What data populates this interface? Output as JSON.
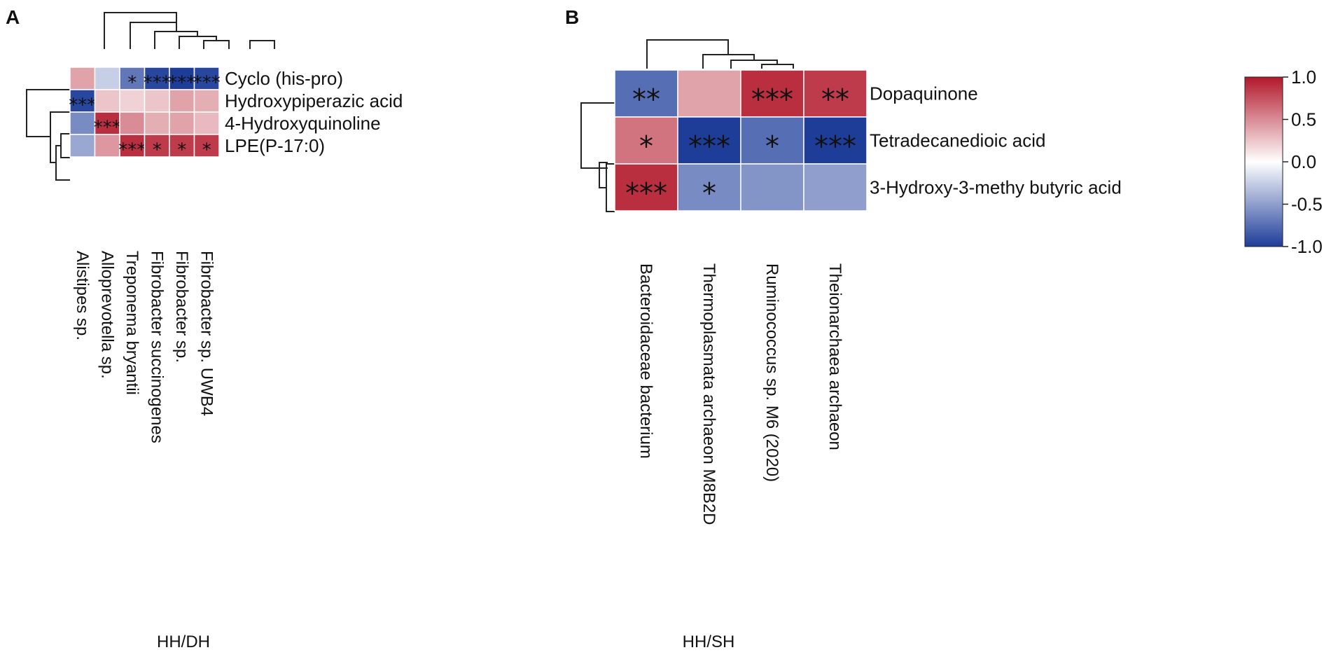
{
  "chart_data": [
    {
      "type": "heatmap",
      "panel": "A",
      "caption": "HH/DH",
      "rows": [
        "Cyclo (his-pro)",
        "Hydroxypiperazic acid",
        "4-Hydroxyquinoline",
        "LPE(P-17:0)"
      ],
      "columns": [
        "Alistipes sp.",
        "Alloprevotella sp.",
        "Treponema bryantii",
        "Fibrobacter succinogenes",
        "Fibrobacter sp.",
        "Fibrobacter sp. UWB4"
      ],
      "values": [
        [
          0.4,
          -0.25,
          -0.7,
          -0.95,
          -1.0,
          -0.95
        ],
        [
          -0.95,
          0.25,
          0.2,
          0.25,
          0.4,
          0.35
        ],
        [
          -0.6,
          0.9,
          0.5,
          0.35,
          0.4,
          0.3
        ],
        [
          -0.45,
          0.45,
          0.9,
          0.85,
          0.85,
          0.85
        ]
      ],
      "significance": [
        [
          "",
          "",
          "*",
          "***",
          "***",
          "***"
        ],
        [
          "***",
          "",
          "",
          "",
          "",
          ""
        ],
        [
          "",
          "***",
          "",
          "",
          "",
          ""
        ],
        [
          "",
          "",
          "***",
          "*",
          "*",
          "*"
        ]
      ]
    },
    {
      "type": "heatmap",
      "panel": "B",
      "caption": "HH/SH",
      "rows": [
        "Dopaquinone",
        "Tetradecanedioic  acid",
        "3-Hydroxy-3-methy butyric  acid"
      ],
      "columns": [
        "Bacteroidaceae bacterium",
        "Thermoplasmata archaeon M8B2D",
        "Ruminococcus sp. M6 (2020)",
        "Theionarchaea archaeon"
      ],
      "values": [
        [
          -0.75,
          0.4,
          0.9,
          0.85
        ],
        [
          0.6,
          -1.0,
          -0.75,
          -1.0
        ],
        [
          0.9,
          -0.6,
          -0.55,
          -0.5
        ]
      ],
      "significance": [
        [
          "**",
          "",
          "***",
          "**"
        ],
        [
          "*",
          "***",
          "*",
          "***"
        ],
        [
          "***",
          "*",
          "",
          ""
        ]
      ]
    }
  ],
  "colorbar": {
    "range": [
      -1.0,
      1.0
    ],
    "ticks": [
      "1.0",
      "0.5",
      "0.0",
      "-0.5",
      "-1.0"
    ],
    "colors": {
      "low": "#1e3d99",
      "mid": "#ffffff",
      "high": "#b2182b"
    }
  }
}
